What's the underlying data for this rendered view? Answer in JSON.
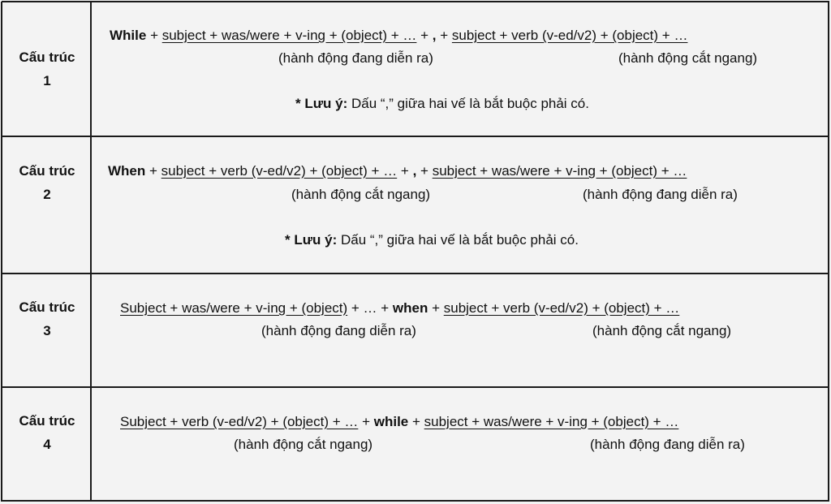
{
  "rows": [
    {
      "label": "Cấu trúc",
      "number": "1",
      "lead": "While",
      "plus": " + ",
      "clause_a": "subject + was/were + v-ing + (object) + …",
      "mid": " + ",
      "comma": ",",
      "plus2": " + ",
      "clause_b": "subject + verb (v-ed/v2) + (object) + …",
      "caption_a": "(hành động đang diễn ra)",
      "caption_b": "(hành động cắt ngang)",
      "note_label": "* Lưu ý:",
      "note_text": " Dấu “,” giữa hai vế là bắt buộc phải có."
    },
    {
      "label": "Cấu trúc",
      "number": "2",
      "lead": "When",
      "plus": " + ",
      "clause_a": "subject + verb (v-ed/v2) + (object) + …",
      "mid": " + ",
      "comma": ",",
      "plus2": " + ",
      "clause_b": "subject + was/were + v-ing + (object) + …",
      "caption_a": "(hành động cắt ngang)",
      "caption_b": "(hành động đang diễn ra)",
      "note_label": "* Lưu ý:",
      "note_text": " Dấu “,” giữa hai vế là bắt buộc phải có."
    },
    {
      "label": "Cấu trúc",
      "number": "3",
      "clause_a": "Subject + was/were + v-ing + (object)",
      "mid": " + … + ",
      "conj": "when",
      "plus2": " + ",
      "clause_b": "subject + verb (v-ed/v2) + (object) + …",
      "caption_a": "(hành động đang diễn ra)",
      "caption_b": "(hành động cắt ngang)"
    },
    {
      "label": "Cấu trúc",
      "number": "4",
      "clause_a": "Subject + verb (v-ed/v2) + (object) + …",
      "mid": " + ",
      "conj": "while",
      "plus2": " + ",
      "clause_b": "subject + was/were + v-ing + (object) + …",
      "caption_a": "(hành động cắt ngang)",
      "caption_b": "(hành động đang diễn ra)"
    }
  ]
}
